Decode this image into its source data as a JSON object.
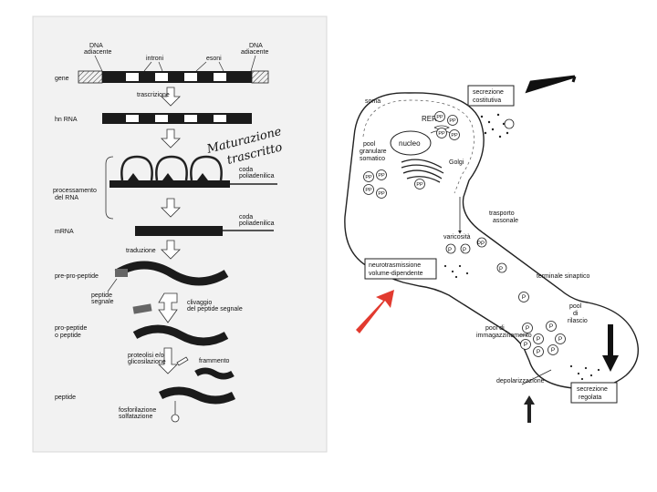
{
  "left_panel": {
    "labels": {
      "dna_adjacent_left": [
        "DNA",
        "adiacente"
      ],
      "introns": "introni",
      "exons": "esoni",
      "dna_adjacent_right": [
        "DNA",
        "adiacente"
      ],
      "gene": "gene",
      "transcription": "trascrizione",
      "hnrna": "hn RNA",
      "processing": [
        "processamento",
        "del RNA"
      ],
      "polyA_tail_1": [
        "coda",
        "poliadenilica"
      ],
      "mrna": "mRNA",
      "polyA_tail_2": [
        "coda",
        "poliadenilica"
      ],
      "translation": "traduzione",
      "pre_pro_peptide": "pre-pro-peptide",
      "signal_peptide": [
        "peptide",
        "segnale"
      ],
      "signal_cleavage": [
        "clivaggio",
        "del peptide segnale"
      ],
      "pro_peptide": [
        "pro-peptide",
        "o peptide"
      ],
      "proteolysis": [
        "proteolisi e/o",
        "glicosilazione"
      ],
      "fragments": "frammento",
      "peptide": "peptide",
      "phosphorylation": [
        "fosforilazione",
        "solfatazione"
      ]
    },
    "handwritten_note": [
      "Maturazione",
      "trascritto"
    ]
  },
  "right_panel": {
    "labels": {
      "soma": "soma",
      "rer": "RER",
      "nucleus": "nucleo",
      "granular_pools": [
        "pool",
        "granulare",
        "somatico"
      ],
      "golgi": "Golgi",
      "constitutive_secretion": [
        "secrezione",
        "costitutiva"
      ],
      "axonal_transport": [
        "trasporto",
        "assonale"
      ],
      "varicosity": "varicosità",
      "volume_neurotransmission": [
        "neurotrasmissione",
        "volume-dipendente"
      ],
      "synaptic_terminal": "terminale sinaptico",
      "release_pool": [
        "pool",
        "di",
        "rilascio"
      ],
      "storage_pool": [
        "pool di",
        "immagazzinamento"
      ],
      "depolarization": "depolarizzazione",
      "regulated_secretion": [
        "secrezione",
        "regolata"
      ],
      "vesicle_pp": "PP",
      "vesicle_p": "P"
    },
    "arrow_colors": {
      "black": "#111111",
      "red": "#e23a2f"
    }
  }
}
